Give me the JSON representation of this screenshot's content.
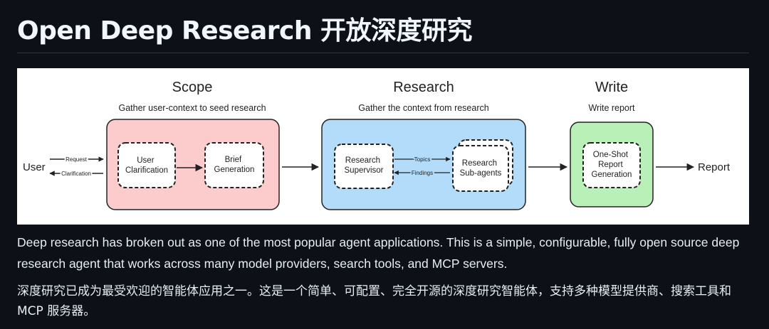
{
  "header": {
    "title": "Open Deep Research  开放深度研究"
  },
  "diagram": {
    "stages": {
      "scope": {
        "title": "Scope",
        "subtitle": "Gather user-context to seed research"
      },
      "research": {
        "title": "Research",
        "subtitle": "Gather the context from research"
      },
      "write": {
        "title": "Write",
        "subtitle": "Write report"
      }
    },
    "nodes": {
      "user": "User",
      "user_clarification": [
        "User",
        "Clarification"
      ],
      "brief_generation": [
        "Brief",
        "Generation"
      ],
      "research_supervisor": [
        "Research",
        "Supervisor"
      ],
      "research_subagents": [
        "Research",
        "Sub-agents"
      ],
      "one_shot_report": [
        "One-Shot",
        "Report",
        "Generation"
      ],
      "report": "Report"
    },
    "edges": {
      "request": "Request",
      "clarification": "Clarification",
      "topics": "Topics",
      "findings": "Findings"
    },
    "colors": {
      "scope_fill": "#fccbcb",
      "research_fill": "#b3dcfb",
      "write_fill": "#b8f0b8",
      "stroke": "#222222"
    }
  },
  "description": {
    "english": "Deep research has broken out as one of the most popular agent applications. This is a simple, configurable, fully open source deep research agent that works across many model providers, search tools, and MCP servers.",
    "chinese": "深度研究已成为最受欢迎的智能体应用之一。这是一个简单、可配置、完全开源的深度研究智能体，支持多种模型提供商、搜索工具和 MCP 服务器。"
  }
}
